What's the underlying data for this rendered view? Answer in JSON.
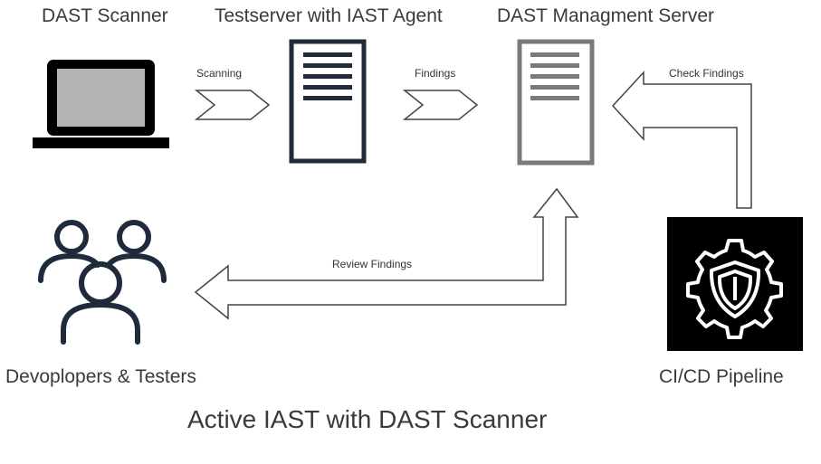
{
  "nodes": {
    "dast_scanner": {
      "label": "DAST Scanner",
      "icon": "laptop-icon"
    },
    "testserver": {
      "label": "Testserver with IAST Agent",
      "icon": "server-icon"
    },
    "dast_management": {
      "label": "DAST Managment Server",
      "icon": "server-icon"
    },
    "developers": {
      "label": "Devoplopers & Testers",
      "icon": "users-icon"
    },
    "cicd": {
      "label": "CI/CD Pipeline",
      "icon": "shield-gear-icon"
    }
  },
  "edges": {
    "scanning": {
      "label": "Scanning"
    },
    "findings": {
      "label": "Findings"
    },
    "check_findings": {
      "label": "Check Findings"
    },
    "review_findings": {
      "label": "Review Findings"
    }
  },
  "caption": "Active IAST with DAST Scanner",
  "colors": {
    "dark": "#1f2a3a",
    "gray": "#7a7a7a",
    "screen": "#b3b3b3",
    "arrow": "#444444",
    "cicd_bg": "#000000"
  }
}
